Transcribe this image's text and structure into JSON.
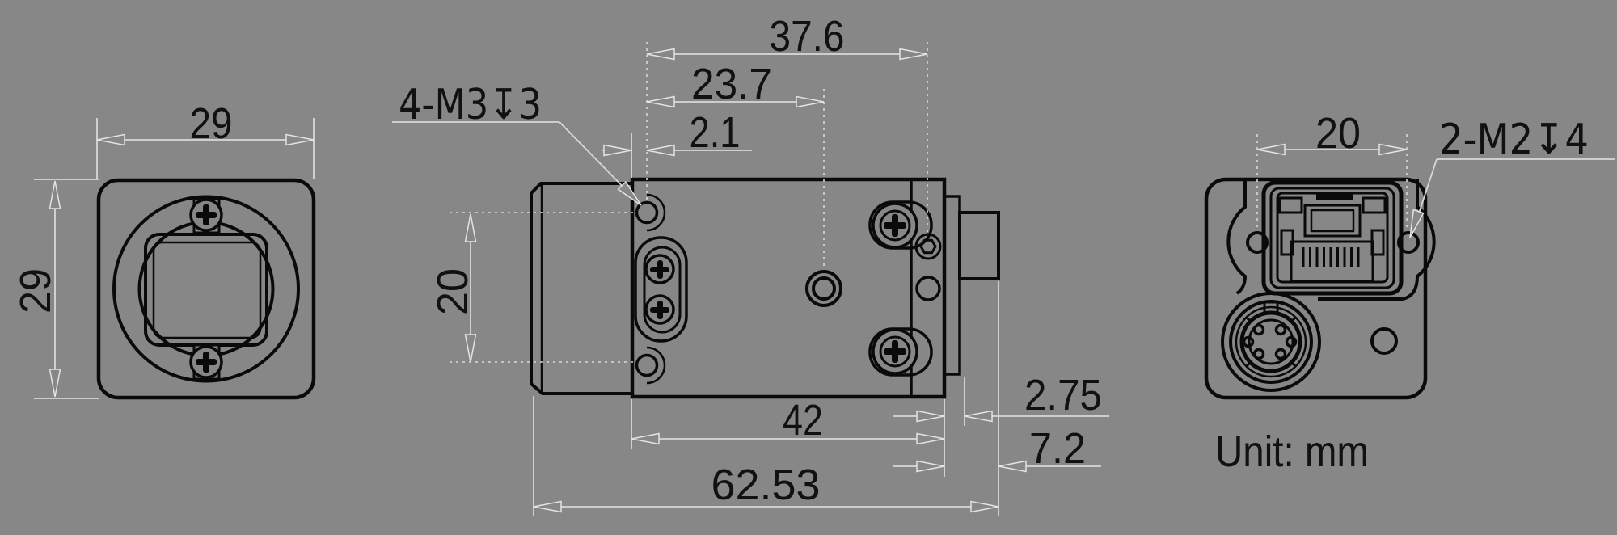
{
  "drawing": {
    "unit_note": "Unit: mm",
    "front_view": {
      "width": "29",
      "height": "29"
    },
    "side_view": {
      "front_holes_to_rear_holes": "37.6",
      "front_face_to_tripod_hole": "23.7",
      "front_face_to_side_holes": "2.1",
      "side_hole_spacing": "20",
      "body_length": "42",
      "overall_length": "62.53",
      "rear_plate_offset": "2.75",
      "connector_protrusion": "7.2",
      "side_thread_label": "4-M3↧3"
    },
    "rear_view": {
      "mount_hole_spacing": "20",
      "rear_thread_label": "2-M2↧4"
    },
    "colors": {
      "background": "#878787",
      "outline": "#0a0a0a",
      "dimension_line": "#d9d9d9",
      "dimension_text": "#111111"
    }
  }
}
